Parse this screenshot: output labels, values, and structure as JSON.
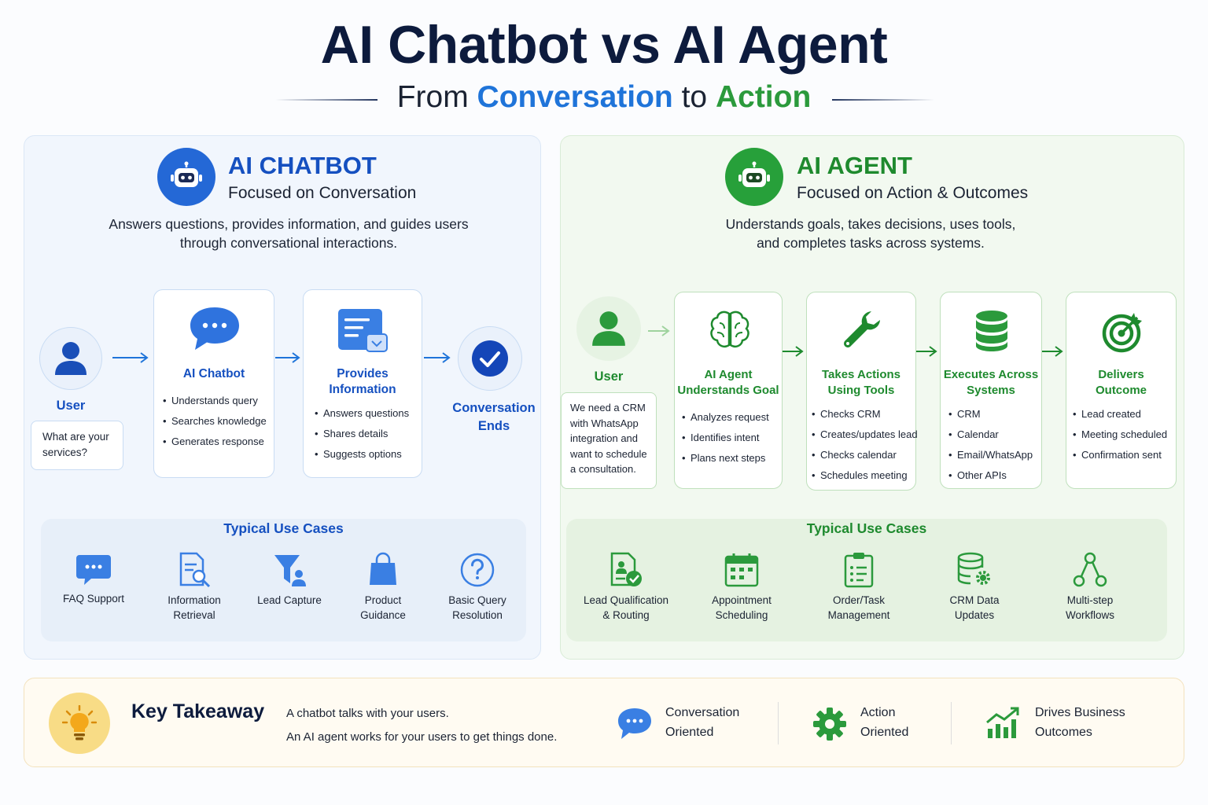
{
  "header": {
    "title": "AI Chatbot vs AI Agent",
    "subtitle_from": "From",
    "subtitle_conversation": "Conversation",
    "subtitle_to": "to",
    "subtitle_action": "Action"
  },
  "chatbot": {
    "title": "AI CHATBOT",
    "subtitle": "Focused on Conversation",
    "desc_line1": "Answers questions, provides information, and guides users",
    "desc_line2": "through conversational interactions.",
    "user_label": "User",
    "user_message_line1": "What are your",
    "user_message_line2": "services?",
    "step1": {
      "title": "AI Chatbot",
      "bullets": [
        "Understands query",
        "Searches knowledge",
        "Generates response"
      ]
    },
    "step2": {
      "title_line1": "Provides",
      "title_line2": "Information",
      "bullets": [
        "Answers questions",
        "Shares details",
        "Suggests options"
      ]
    },
    "end_line1": "Conversation",
    "end_line2": "Ends",
    "use_cases_title": "Typical Use Cases",
    "use_cases": [
      {
        "l1": "FAQ Support",
        "l2": "",
        "icon": "chat-bubble-icon"
      },
      {
        "l1": "Information",
        "l2": "Retrieval",
        "icon": "document-search-icon"
      },
      {
        "l1": "Lead Capture",
        "l2": "",
        "icon": "funnel-user-icon"
      },
      {
        "l1": "Product",
        "l2": "Guidance",
        "icon": "shopping-bag-icon"
      },
      {
        "l1": "Basic Query",
        "l2": "Resolution",
        "icon": "question-icon"
      }
    ]
  },
  "agent": {
    "title": "AI AGENT",
    "subtitle": "Focused on Action & Outcomes",
    "desc_line1": "Understands goals, takes decisions, uses tools,",
    "desc_line2": "and completes tasks across systems.",
    "user_label": "User",
    "user_message": [
      "We need a CRM",
      "with WhatsApp",
      "integration and",
      "want to schedule",
      "a consultation."
    ],
    "steps": [
      {
        "l1": "AI Agent",
        "l2": "Understands Goal",
        "bullets": [
          "Analyzes request",
          "Identifies intent",
          "Plans next steps"
        ]
      },
      {
        "l1": "Takes Actions",
        "l2": "Using Tools",
        "bullets": [
          "Checks CRM",
          "Creates/updates lead",
          "Checks calendar",
          "Schedules meeting"
        ]
      },
      {
        "l1": "Executes Across",
        "l2": "Systems",
        "bullets": [
          "CRM",
          "Calendar",
          "Email/WhatsApp",
          "Other APIs"
        ]
      },
      {
        "l1": "Delivers",
        "l2": "Outcome",
        "bullets": [
          "Lead created",
          "Meeting scheduled",
          "Confirmation sent"
        ]
      }
    ],
    "use_cases_title": "Typical Use Cases",
    "use_cases": [
      {
        "l1": "Lead Qualification",
        "l2": "& Routing",
        "icon": "lead-check-icon"
      },
      {
        "l1": "Appointment",
        "l2": "Scheduling",
        "icon": "calendar-icon"
      },
      {
        "l1": "Order/Task",
        "l2": "Management",
        "icon": "checklist-icon"
      },
      {
        "l1": "CRM Data",
        "l2": "Updates",
        "icon": "database-gear-icon"
      },
      {
        "l1": "Multi-step",
        "l2": "Workflows",
        "icon": "workflow-icon"
      }
    ]
  },
  "takeaway": {
    "title": "Key Takeaway",
    "line1": "A chatbot talks with your users.",
    "line2": "An AI agent works for your users to get things done.",
    "items": [
      {
        "l1": "Conversation",
        "l2": "Oriented",
        "icon": "chat-bubble-icon"
      },
      {
        "l1": "Action",
        "l2": "Oriented",
        "icon": "gear-icon"
      },
      {
        "l1": "Drives Business",
        "l2": "Outcomes",
        "icon": "growth-chart-icon"
      }
    ]
  },
  "colors": {
    "navy": "#0d1b3d",
    "blue": "#1f74d9",
    "blue_dark": "#1550c0",
    "green": "#2b9a3c",
    "green_dark": "#1e8a2e"
  }
}
